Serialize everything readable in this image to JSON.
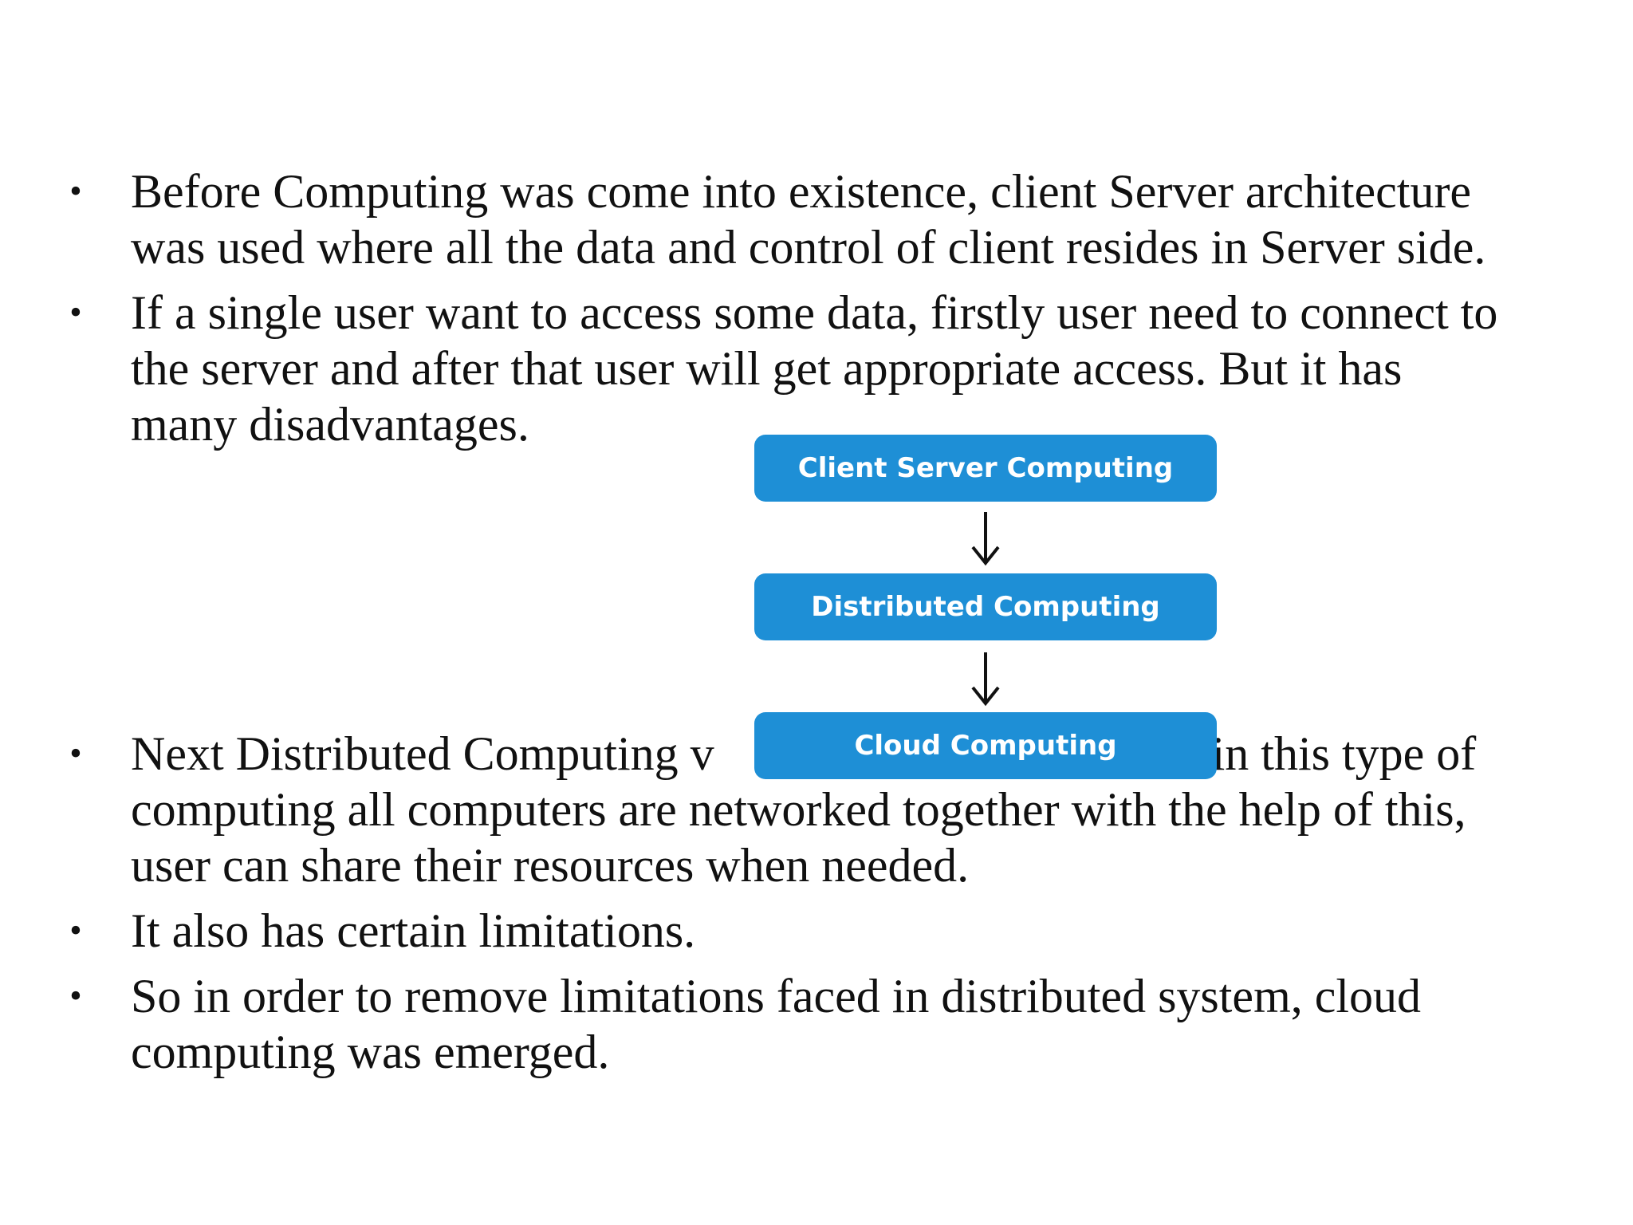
{
  "bullets_top": [
    {
      "lines": [
        "Before Computing was come into existence, client Server architecture",
        "was used where all the data and control of client resides in Server side."
      ]
    },
    {
      "lines": [
        "If a single user want to access some data, firstly user need to connect to",
        "the server and after that user will get appropriate access. But it has",
        "many disadvantages."
      ]
    }
  ],
  "bullets_bottom": [
    {
      "lead": "Next Distributed Computing v",
      "trail": "in this type of",
      "lines": [
        "computing all computers are networked together with the help of this,",
        "user can share their resources when needed."
      ]
    },
    {
      "lines": [
        "It also has certain limitations."
      ]
    },
    {
      "lines": [
        "So in order to remove limitations faced in distributed system, cloud",
        "computing was emerged."
      ]
    }
  ],
  "bullet_symbol": "•",
  "flow": {
    "steps": [
      "Client Server Computing",
      "Distributed Computing",
      "Cloud Computing"
    ],
    "box_color": "#1e8fd6",
    "text_color": "#ffffff",
    "arrow_icon": "arrow-down-icon"
  }
}
